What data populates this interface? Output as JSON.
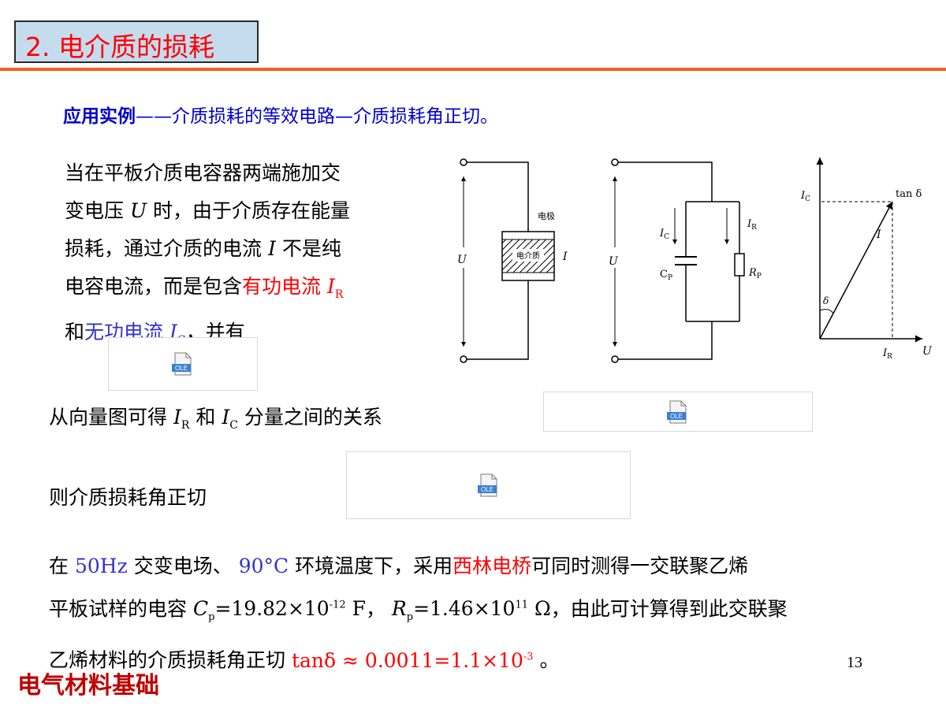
{
  "title": "2. 电介质的损耗",
  "subtitle": {
    "bold": "应用实例",
    "rest": "——介质损耗的等效电路—介质损耗角正切。"
  },
  "para": {
    "l1": "当在平板介质电容器两端施加交",
    "l2_a": "变电压",
    "l2_u": "U",
    "l2_b": "时，由于介质存在能量",
    "l3_a": "损耗，通过介质的电流",
    "l3_i": "I",
    "l3_b": "不是纯",
    "l4_a": "电容电流，而是包含",
    "l4_red": "有功电流",
    "l4_i": "I",
    "l4_sub": "R",
    "l5_a": "和",
    "l5_blue": "无功电流",
    "l5_i": "I",
    "l5_sub": "C",
    "l5_b": "，并有"
  },
  "line2": {
    "a": "从向量图可得",
    "i1": "I",
    "s1": "R",
    "b": "和",
    "i2": "I",
    "s2": "C",
    "c": "分量之间的关系"
  },
  "line3": "则介质损耗角正切",
  "ole_label": "OLE",
  "final": {
    "a": "在",
    "f": "50Hz",
    "b": "交变电场、",
    "t": "90°C",
    "c": "环境温度下，采用",
    "bridge": "西林电桥",
    "d": "可同时测得一交联聚乙烯",
    "e": "平板试样的电容",
    "cp_sym": "C",
    "cp_sub": "p",
    "cp_val": "=19.82×10",
    "cp_exp": "-12",
    "cp_unit": " F",
    "sep": "，",
    "rp_sym": "R",
    "rp_sub": "p",
    "rp_val": "=1.46×10",
    "rp_exp": "11",
    "rp_unit": " Ω",
    "g": "，由此可计算得到此交联聚",
    "h": "乙烯材料的介质损耗角正切",
    "tan": "tanδ ≈ 0.0011=1.1×10",
    "tan_exp": "-3",
    "end": " 。"
  },
  "diagram": {
    "label_U": "U",
    "label_I": "I",
    "label_electrode": "电极",
    "label_dielectric": "电介质",
    "label_IC": "I",
    "label_IC_sub": "C",
    "label_IR": "I",
    "label_IR_sub": "R",
    "label_CP": "C",
    "label_CP_sub": "P",
    "label_RP": "R",
    "label_RP_sub": "P",
    "label_tan": "tan δ",
    "label_delta": "δ"
  },
  "page_number": "13",
  "footer": "电气材料基础",
  "colors": {
    "title_text": "#ff0000",
    "title_bg": "#c5dcef",
    "rule": "#ff5a1e",
    "footer": "#c00000",
    "accent_blue": "#0000cc"
  }
}
